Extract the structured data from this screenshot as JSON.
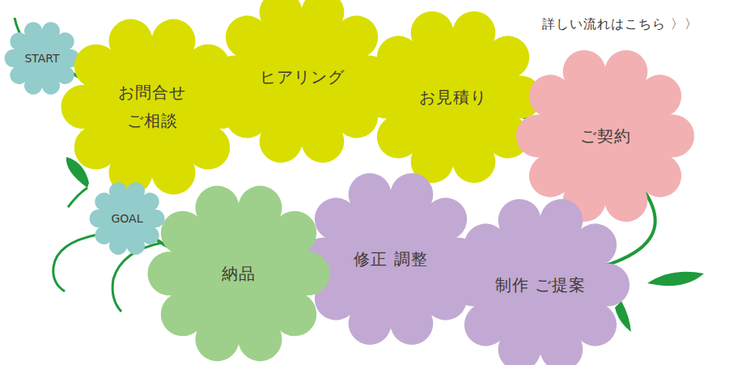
{
  "diagram": {
    "nodes": [
      {
        "text": [
          "START"
        ]
      },
      {
        "text": [
          "お問合せ ご相談"
        ]
      },
      {
        "text": [
          "ヒアリング"
        ]
      },
      {
        "text": [
          "お見積り"
        ]
      },
      {
        "text": [
          "ご契約"
        ]
      },
      {
        "text": [
          "制作 ご提案"
        ]
      },
      {
        "text": [
          "修正 調整"
        ]
      },
      {
        "text": [
          "納品"
        ]
      },
      {
        "text": [
          "GOAL"
        ]
      }
    ],
    "edges": [
      {
        "from": 0,
        "to": 1,
        "arrow": "none"
      },
      {
        "from": 1,
        "to": 2,
        "arrow": "none"
      },
      {
        "from": 2,
        "to": 3,
        "arrow": "none"
      },
      {
        "from": 3,
        "to": 4,
        "arrow": "none"
      },
      {
        "from": 4,
        "to": 5,
        "arrow": "none"
      },
      {
        "from": 5,
        "to": 6,
        "arrow": "none"
      },
      {
        "from": 6,
        "to": 7,
        "arrow": "none"
      },
      {
        "from": 7,
        "to": 8,
        "arrow": "none"
      }
    ],
    "labels": [
      "詳しい流れはこちら 〉〉"
    ]
  }
}
